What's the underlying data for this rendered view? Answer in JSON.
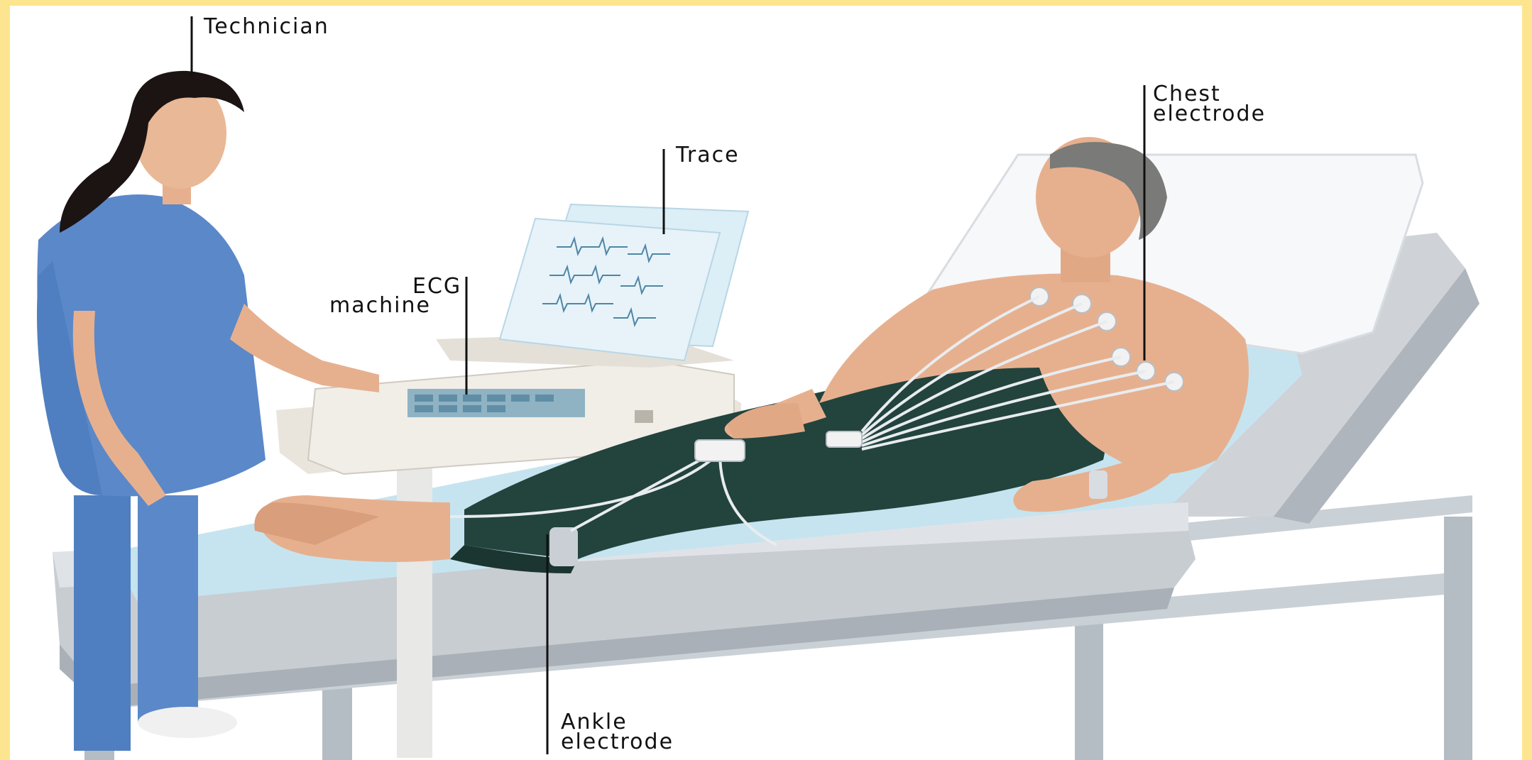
{
  "labels": {
    "technician": "Technician",
    "chest_electrode_line1": "Chest",
    "chest_electrode_line2": "electrode",
    "trace": "Trace",
    "ecg_machine_line1": "ECG",
    "ecg_machine_line2": "machine",
    "ankle_electrode_line1": "Ankle",
    "ankle_electrode_line2": "electrode"
  },
  "colors": {
    "frame_border": "#fde58f",
    "background": "#ffffff",
    "scrubs": "#5b88c8",
    "sheet": "#c6e4f0",
    "trousers": "#23433d",
    "skin": "#e6b08f",
    "leader_line": "#111111"
  }
}
